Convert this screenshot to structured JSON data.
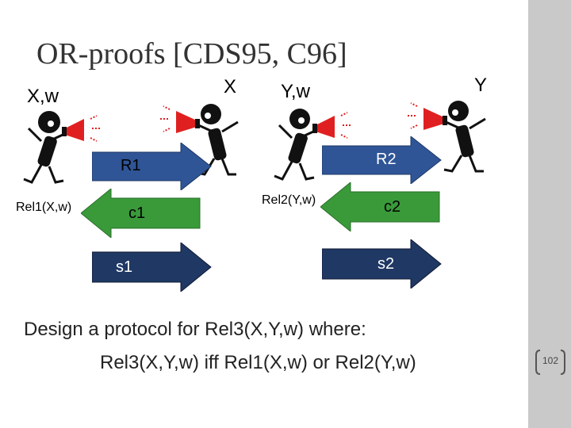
{
  "title": "OR-proofs [CDS95, C96]",
  "labels": {
    "x_w": "X,w",
    "x": "X",
    "y_w": "Y,w",
    "y": "Y",
    "rel1": "Rel1(X,w)",
    "rel2": "Rel2(Y,w)"
  },
  "arrows": {
    "r1": "R1",
    "c1": "c1",
    "s1": "s1",
    "r2": "R2",
    "c2": "c2",
    "s2": "s2"
  },
  "colors": {
    "blue_arrow": "#2f5597",
    "green_arrow": "#3a9a3a",
    "navy_arrow": "#1f3864",
    "megaphone_red": "#e02020",
    "side_band": "#c9c9c9"
  },
  "body": {
    "line1": "Design a protocol for Rel3(X,Y,w) where:",
    "line2": "Rel3(X,Y,w) iff Rel1(X,w) or Rel2(Y,w)"
  },
  "page_number": "102",
  "icons": [
    "person-megaphone-icon"
  ]
}
